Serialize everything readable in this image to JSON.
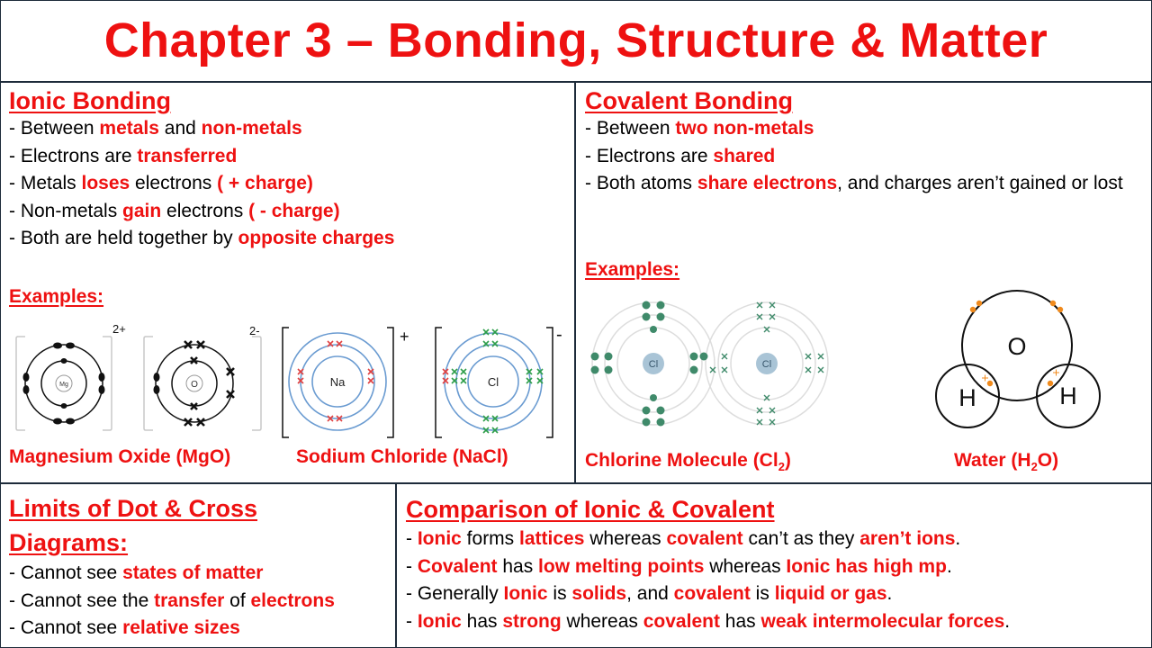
{
  "title": "Chapter 3 – Bonding, Structure & Matter",
  "ionic": {
    "heading": "Ionic Bonding",
    "bullets": [
      [
        {
          "t": "- Between "
        },
        {
          "t": "metals",
          "r": true
        },
        {
          "t": " and "
        },
        {
          "t": "non-metals",
          "r": true
        }
      ],
      [
        {
          "t": "- Electrons are "
        },
        {
          "t": "transferred",
          "r": true
        }
      ],
      [
        {
          "t": "- Metals "
        },
        {
          "t": "loses",
          "r": true
        },
        {
          "t": " electrons "
        },
        {
          "t": "( + charge)",
          "r": true
        }
      ],
      [
        {
          "t": "- Non-metals "
        },
        {
          "t": "gain",
          "r": true
        },
        {
          "t": " electrons "
        },
        {
          "t": "( - charge)",
          "r": true
        }
      ],
      [
        {
          "t": "- Both are held together by "
        },
        {
          "t": "opposite charges",
          "r": true
        }
      ]
    ],
    "examples_label": "Examples:",
    "mg_label": "Mg",
    "o_label": "O",
    "mg_charge": "2+",
    "o_charge": "2-",
    "na_label": "Na",
    "cl_label": "Cl",
    "na_charge": "+",
    "cl_charge": "-",
    "caption_mgo": "Magnesium Oxide (MgO)",
    "caption_nacl": "Sodium Chloride (NaCl)"
  },
  "covalent": {
    "heading": "Covalent Bonding",
    "bullets": [
      [
        {
          "t": "- Between "
        },
        {
          "t": "two non-metals",
          "r": true
        }
      ],
      [
        {
          "t": "- Electrons are "
        },
        {
          "t": "shared",
          "r": true
        }
      ],
      [
        {
          "t": "- Both atoms "
        },
        {
          "t": "share electrons",
          "r": true
        },
        {
          "t": ", and charges aren’t gained or lost"
        }
      ]
    ],
    "examples_label": "Examples:",
    "cl_label": "Cl",
    "o_label": "O",
    "h_label": "H",
    "caption_cl2_main": "Chlorine Molecule (Cl",
    "caption_cl2_sub": "2",
    "caption_cl2_end": ")",
    "caption_h2o_main": "Water (H",
    "caption_h2o_sub": "2",
    "caption_h2o_end": "O)"
  },
  "limits": {
    "heading_line1": "Limits of Dot & Cross",
    "heading_line2": "Diagrams:",
    "bullets": [
      [
        {
          "t": "- Cannot see "
        },
        {
          "t": "states of matter",
          "r": true
        }
      ],
      [
        {
          "t": "- Cannot see the "
        },
        {
          "t": "transfer",
          "r": true
        },
        {
          "t": " of "
        },
        {
          "t": "electrons",
          "r": true
        }
      ],
      [
        {
          "t": "- Cannot see "
        },
        {
          "t": "relative sizes",
          "r": true
        }
      ]
    ]
  },
  "comparison": {
    "heading": "Comparison of Ionic & Covalent",
    "bullets": [
      [
        {
          "t": "- "
        },
        {
          "t": "Ionic",
          "r": true
        },
        {
          "t": " forms "
        },
        {
          "t": "lattices",
          "r": true
        },
        {
          "t": " whereas "
        },
        {
          "t": "covalent",
          "r": true
        },
        {
          "t": " can’t as they "
        },
        {
          "t": "aren’t ions",
          "r": true
        },
        {
          "t": "."
        }
      ],
      [
        {
          "t": "- "
        },
        {
          "t": "Covalent",
          "r": true
        },
        {
          "t": " has "
        },
        {
          "t": "low melting points",
          "r": true
        },
        {
          "t": " whereas "
        },
        {
          "t": "Ionic has high mp",
          "r": true
        },
        {
          "t": "."
        }
      ],
      [
        {
          "t": "- Generally "
        },
        {
          "t": "Ionic",
          "r": true
        },
        {
          "t": " is "
        },
        {
          "t": "solids",
          "r": true
        },
        {
          "t": ", and "
        },
        {
          "t": "covalent",
          "r": true
        },
        {
          "t": " is "
        },
        {
          "t": "liquid or gas",
          "r": true
        },
        {
          "t": "."
        }
      ],
      [
        {
          "t": "- "
        },
        {
          "t": "Ionic",
          "r": true
        },
        {
          "t": " has "
        },
        {
          "t": "strong",
          "r": true
        },
        {
          "t": " whereas "
        },
        {
          "t": "covalent",
          "r": true
        },
        {
          "t": " has "
        },
        {
          "t": "weak intermolecular forces",
          "r": true
        },
        {
          "t": "."
        }
      ]
    ]
  },
  "colors": {
    "accent_red": "#ee1111",
    "border": "#1d2b3a",
    "shell_blue": "#6a9bd1",
    "cross_red": "#e04040",
    "cross_green": "#2e9e4a",
    "dot_teal": "#3f8a6a",
    "nucleus_blue": "#a9c4d6",
    "water_orange": "#f08a1c"
  }
}
